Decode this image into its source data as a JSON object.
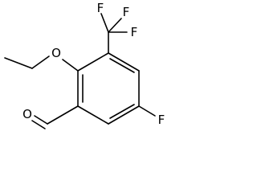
{
  "molecule": {
    "atoms": {
      "f_top_left": "F",
      "f_top_right": "F",
      "f_mid": "F",
      "o_ether": "O",
      "o_aldehyde": "O",
      "f_ring": "F"
    },
    "colors": {
      "bond": "#000000",
      "label": "#000000",
      "background": "#ffffff"
    }
  }
}
